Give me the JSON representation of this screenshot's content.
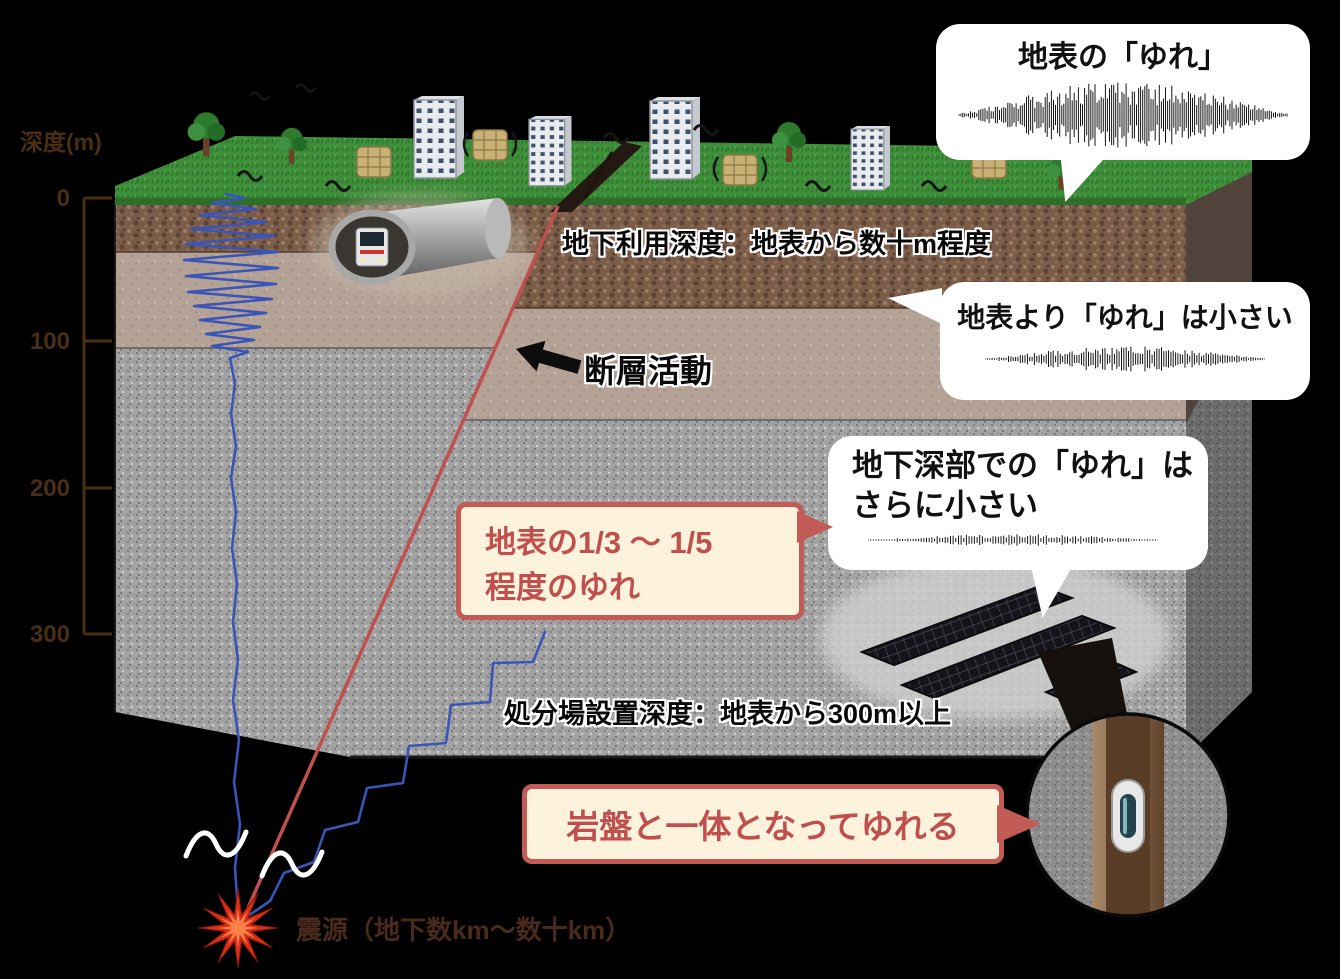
{
  "palette": {
    "background": "#000000",
    "grass": "#3e8f3a",
    "topsoil": "#7a5c49",
    "subsoil": "#b5a296",
    "rock": "#a3a3a3",
    "accent_red": "#c0504d",
    "box_background": "#fdf2dc",
    "box_border": "#c25b55",
    "seismic_wave_blue": "#3a55b8",
    "bubble_background": "#ffffff",
    "depth_scale_color": "#4a2e14"
  },
  "depth_scale": {
    "unit_label": "深度(m)",
    "ticks": [
      {
        "label": "0"
      },
      {
        "label": "100"
      },
      {
        "label": "200"
      },
      {
        "label": "300"
      }
    ]
  },
  "callouts": {
    "surface_shake": {
      "text": "地表の「ゆれ」"
    },
    "shallow_shake": {
      "text": "地表より「ゆれ」は小さい"
    },
    "deep_shake": {
      "line1": "地下深部での「ゆれ」は",
      "line2": "さらに小さい"
    }
  },
  "highlight_boxes": {
    "ratio": {
      "line1": "地表の1/3 〜 1/5",
      "line2": "程度のゆれ"
    },
    "bedrock": {
      "text": "岩盤と一体となってゆれる"
    }
  },
  "ground_labels": {
    "underground_use": "地下利用深度：地表から数十m程度",
    "fault_activity": "断層活動",
    "repository_depth": "処分場設置深度：地表から300m以上",
    "hypocenter": "震源（地下数km〜数十km）"
  }
}
